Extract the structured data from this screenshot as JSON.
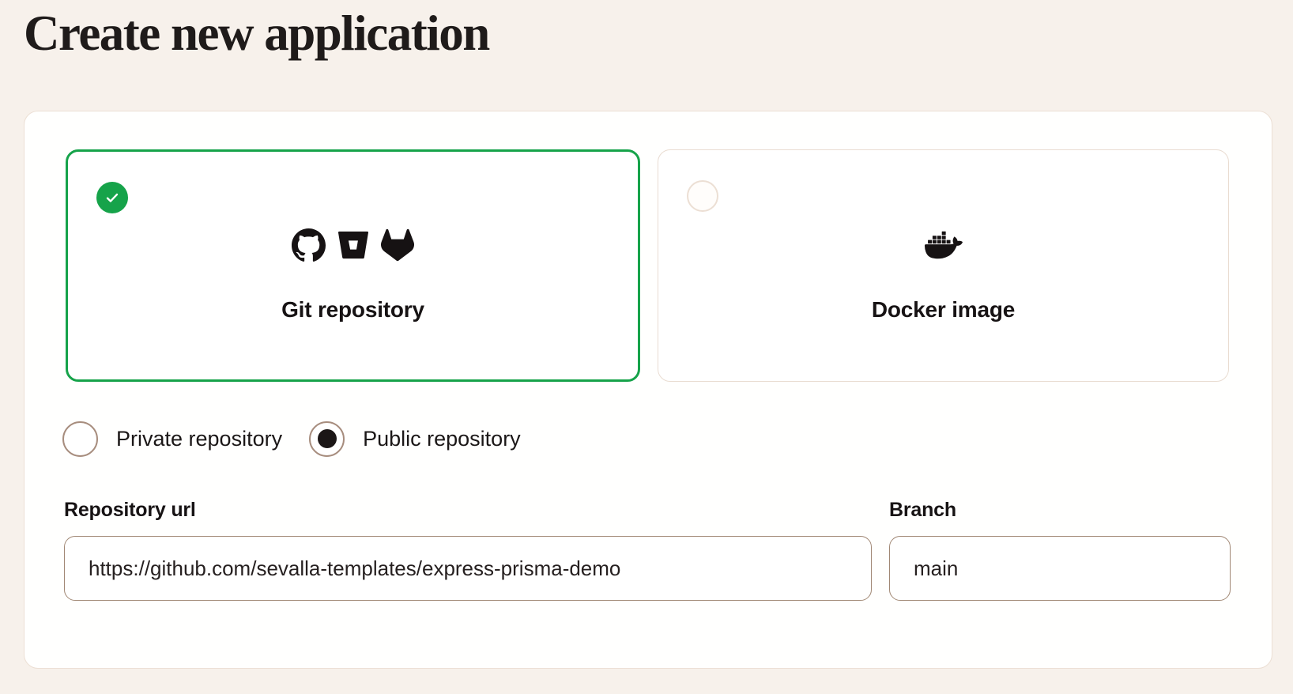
{
  "page": {
    "title": "Create new application",
    "background_color": "#f7f1eb",
    "panel_background": "#fffffe"
  },
  "colors": {
    "accent_green": "#16a34a",
    "card_border_unselected": "#e9dcd1",
    "radio_border": "#a78d7e",
    "input_border": "#a18875",
    "text_dark": "#191516"
  },
  "source_options": [
    {
      "label": "Git repository",
      "selected": true,
      "icons": [
        "github-icon",
        "bitbucket-icon",
        "gitlab-icon"
      ]
    },
    {
      "label": "Docker image",
      "selected": false,
      "icons": [
        "docker-icon"
      ]
    }
  ],
  "visibility_options": [
    {
      "label": "Private repository",
      "selected": false
    },
    {
      "label": "Public repository",
      "selected": true
    }
  ],
  "fields": [
    {
      "label": "Repository url",
      "value": "https://github.com/sevalla-templates/express-prisma-demo"
    },
    {
      "label": "Branch",
      "value": "main"
    }
  ]
}
